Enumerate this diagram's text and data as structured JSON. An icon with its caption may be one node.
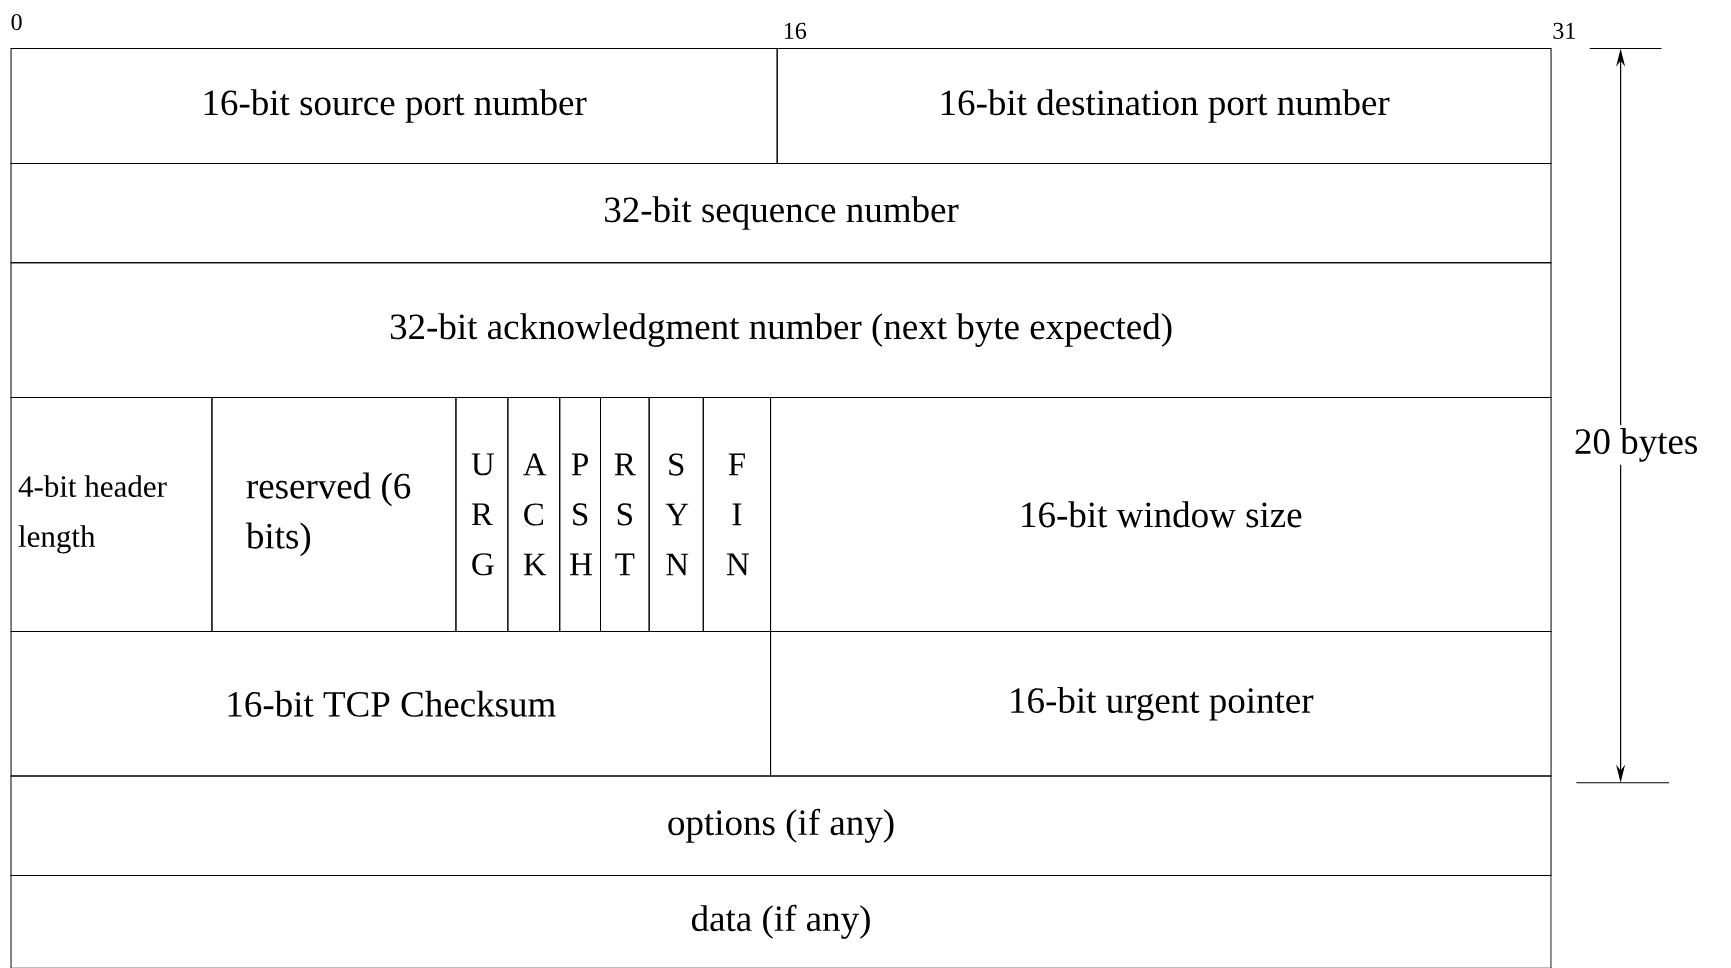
{
  "diagram": {
    "nodes": [
      {
        "text": [
          "16-bit source port number"
        ]
      },
      {
        "text": [
          "16-bit destination port number"
        ]
      },
      {
        "text": [
          "32-bit sequence number"
        ]
      },
      {
        "text": [
          "32-bit acknowledgment number (next byte expected)"
        ]
      },
      {
        "text": [
          "4-bit header length"
        ]
      },
      {
        "text": [
          "reserved (6 bits)"
        ]
      },
      {
        "text": [
          "U R G"
        ]
      },
      {
        "text": [
          "A C K"
        ]
      },
      {
        "text": [
          "P S H"
        ]
      },
      {
        "text": [
          "R S T"
        ]
      },
      {
        "text": [
          "S Y N"
        ]
      },
      {
        "text": [
          "F I N"
        ]
      },
      {
        "text": [
          "16-bit window size"
        ]
      },
      {
        "text": [
          "16-bit TCP Checksum"
        ]
      },
      {
        "text": [
          "16-bit urgent pointer"
        ]
      },
      {
        "text": [
          "options (if any)"
        ]
      },
      {
        "text": [
          "data (if any)"
        ]
      }
    ],
    "labels": [
      "0",
      "16",
      "31",
      "20 bytes"
    ]
  }
}
